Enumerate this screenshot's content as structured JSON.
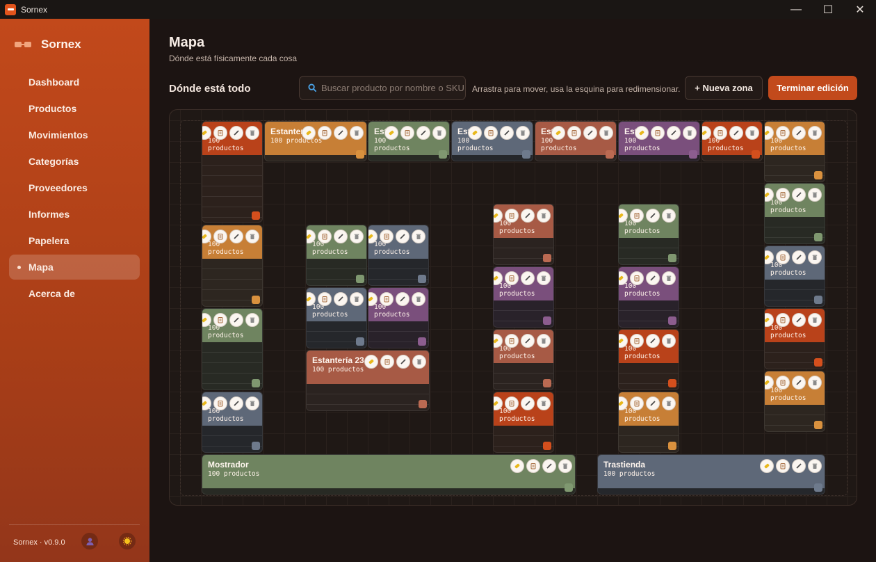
{
  "window": {
    "title": "Sornex",
    "buttons": [
      "—",
      "☐",
      "✕"
    ]
  },
  "brand": {
    "name": "Sornex"
  },
  "nav": [
    {
      "label": "Dashboard",
      "active": false
    },
    {
      "label": "Productos",
      "active": false
    },
    {
      "label": "Movimientos",
      "active": false
    },
    {
      "label": "Categorías",
      "active": false
    },
    {
      "label": "Proveedores",
      "active": false
    },
    {
      "label": "Informes",
      "active": false
    },
    {
      "label": "Papelera",
      "active": false
    },
    {
      "label": "Mapa",
      "active": true
    },
    {
      "label": "Acerca de",
      "active": false
    }
  ],
  "footer": {
    "version": "Sornex · v0.9.0",
    "user_icon": "user-icon",
    "theme_icon": "sun-icon"
  },
  "page": {
    "title": "Mapa",
    "subtitle": "Dónde está físicamente cada cosa",
    "section_title": "Dónde está todo",
    "search_placeholder": "Buscar producto por nombre o SKU",
    "hint": "Arrastra para mover, usa la esquina para redimensionar.",
    "new_zone_label": "+ Nueva zona",
    "finish_label": "Terminar edición"
  },
  "zone_tools": [
    "tag-icon",
    "clipboard-icon",
    "pencil-icon",
    "trash-icon"
  ],
  "colors": {
    "orange": "#b9421a",
    "amber": "#c77f36",
    "sage": "#6f8460",
    "slate": "#5e6878",
    "terracotta": "#a75a45",
    "plum": "#7a4f7c"
  },
  "zones": [
    {
      "name": "",
      "count": "100 productos",
      "color": "orange"
    },
    {
      "name": "Estantería",
      "count": "100 productos",
      "color": "amber"
    },
    {
      "name": "Est",
      "count": "100 productos",
      "color": "sage"
    },
    {
      "name": "Est",
      "count": "100 productos",
      "color": "slate"
    },
    {
      "name": "Est",
      "count": "100 productos",
      "color": "terracotta"
    },
    {
      "name": "Est",
      "count": "100 productos",
      "color": "plum"
    },
    {
      "name": "",
      "count": "100 productos",
      "color": "orange"
    },
    {
      "name": "",
      "count": "100 productos",
      "color": "amber"
    },
    {
      "name": "",
      "count": "100 productos",
      "color": "sage"
    },
    {
      "name": "",
      "count": "100 productos",
      "color": "slate"
    },
    {
      "name": "",
      "count": "100 productos",
      "color": "orange"
    },
    {
      "name": "",
      "count": "100 productos",
      "color": "amber"
    },
    {
      "name": "",
      "count": "100 productos",
      "color": "amber"
    },
    {
      "name": "",
      "count": "100 productos",
      "color": "sage"
    },
    {
      "name": "",
      "count": "100 productos",
      "color": "slate"
    },
    {
      "name": "",
      "count": "100 productos",
      "color": "sage"
    },
    {
      "name": "",
      "count": "100 productos",
      "color": "slate"
    },
    {
      "name": "",
      "count": "100 productos",
      "color": "slate"
    },
    {
      "name": "",
      "count": "100 productos",
      "color": "plum"
    },
    {
      "name": "Estantería 23",
      "count": "100 productos",
      "color": "terracotta"
    },
    {
      "name": "",
      "count": "100 productos",
      "color": "terracotta"
    },
    {
      "name": "",
      "count": "100 productos",
      "color": "plum"
    },
    {
      "name": "",
      "count": "100 productos",
      "color": "orange"
    },
    {
      "name": "",
      "count": "100 productos",
      "color": "terracotta"
    },
    {
      "name": "",
      "count": "100 productos",
      "color": "sage"
    },
    {
      "name": "",
      "count": "100 productos",
      "color": "plum"
    },
    {
      "name": "",
      "count": "100 productos",
      "color": "orange"
    },
    {
      "name": "",
      "count": "100 productos",
      "color": "amber"
    },
    {
      "name": "Mostrador",
      "count": "100 productos",
      "color": "sage"
    },
    {
      "name": "Trastienda",
      "count": "100 productos",
      "color": "slate"
    }
  ]
}
